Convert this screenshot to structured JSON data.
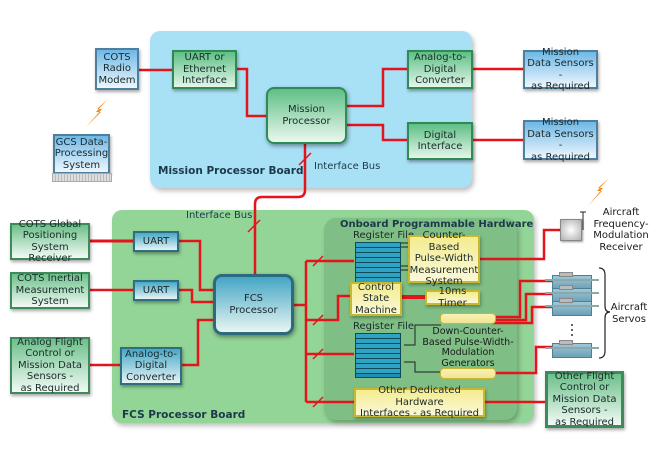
{
  "colors": {
    "wire": "#e3141b",
    "mission_board": "#a8e0f5",
    "fcs_board": "#93d497",
    "onboard_hw": "#7fbe84",
    "lightning": "#f08a1c"
  },
  "mission_board": {
    "label": "Mission Processor Board",
    "bus_label": "Interface Bus",
    "uart_ethernet": "UART or\nEthernet\nInterface",
    "mission_processor": "Mission\nProcessor",
    "adc": "Analog-to-\nDigital\nConverter",
    "digital_interface": "Digital\nInterface"
  },
  "external_mission": {
    "radio_modem": "COTS\nRadio\nModem",
    "gcs": "GCS Data-\nProcessing\nSystem",
    "sensors_1": "Mission\nData Sensors -\nas Required",
    "sensors_2": "Mission\nData Sensors -\nas Required"
  },
  "fcs_board": {
    "label": "FCS Processor Board",
    "bus_label": "Interface Bus",
    "uart_1": "UART",
    "uart_2": "UART",
    "fcs_processor": "FCS\nProcessor",
    "adc": "Analog-to-\nDigital\nConverter"
  },
  "onboard_hw": {
    "title": "Onboard Programmable Hardware",
    "register_file_1": "Register File",
    "register_file_2": "Register File",
    "pulse_width_measurement": "Counter-Based\nPulse-Width\nMeasurement\nSystem",
    "control_state_machine": "Control\nState\nMachine",
    "timer": "10ms Timer",
    "pwm_generators": "Down-Counter-\nBased Pulse-Width-\nModulation\nGenerators",
    "other_interfaces": "Other Dedicated Hardware\nInterfaces - as Required"
  },
  "external_fcs": {
    "gps": "COTS Global\nPositioning\nSystem Receiver",
    "ims": "COTS Inertial\nMeasurement\nSystem",
    "analog_sensors": "Analog Flight\nControl or\nMission Data\nSensors -\nas Required",
    "fm_receiver": "Aircraft\nFrequency-\nModulation\nReceiver",
    "servos": "Aircraft\nServos",
    "other_sensors": "Other Flight\nControl or\nMission Data\nSensors -\nas Required"
  }
}
